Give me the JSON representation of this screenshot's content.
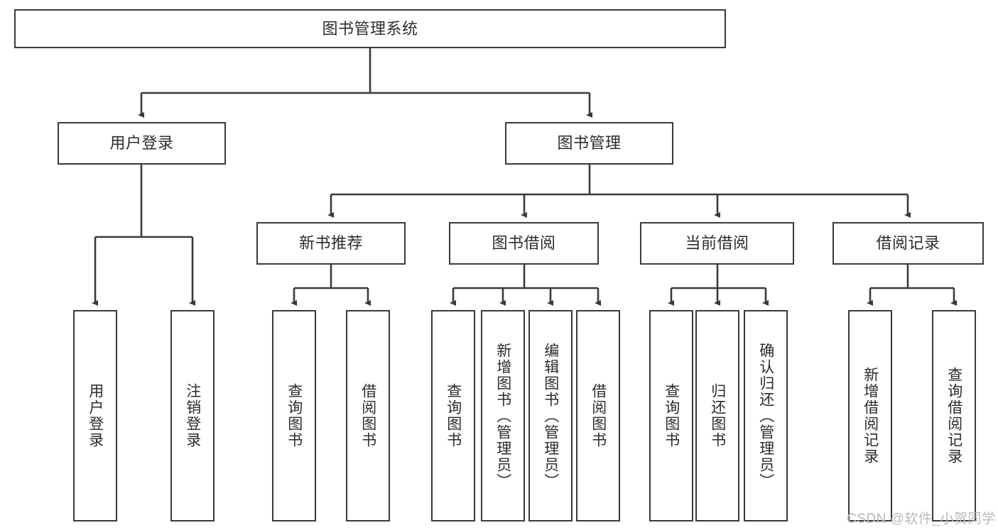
{
  "diagram": {
    "title": "图书管理系统",
    "type": "tree-hierarchy-chart",
    "root": {
      "id": "root",
      "label": "图书管理系统"
    },
    "level2": [
      {
        "id": "user-login",
        "label": "用户登录"
      },
      {
        "id": "book-manage",
        "label": "图书管理"
      }
    ],
    "level3": [
      {
        "id": "new-book-rec",
        "label": "新书推荐"
      },
      {
        "id": "book-borrow",
        "label": "图书借阅"
      },
      {
        "id": "current-borrow",
        "label": "当前借阅"
      },
      {
        "id": "borrow-record",
        "label": "借阅记录"
      }
    ],
    "leaves": [
      {
        "id": "leaf-user-login",
        "label": "用户登录",
        "parent": "user-login"
      },
      {
        "id": "leaf-logout",
        "label": "注销登录",
        "parent": "user-login"
      },
      {
        "id": "leaf-query-book-1",
        "label": "查询图书",
        "parent": "new-book-rec"
      },
      {
        "id": "leaf-borrow-book-1",
        "label": "借阅图书",
        "parent": "new-book-rec"
      },
      {
        "id": "leaf-query-book-2",
        "label": "查询图书",
        "parent": "book-borrow"
      },
      {
        "id": "leaf-add-book",
        "label": "新增图书（管理员）",
        "parent": "book-borrow"
      },
      {
        "id": "leaf-edit-book",
        "label": "编辑图书（管理员）",
        "parent": "book-borrow"
      },
      {
        "id": "leaf-borrow-book-2",
        "label": "借阅图书",
        "parent": "book-borrow"
      },
      {
        "id": "leaf-query-book-3",
        "label": "查询图书",
        "parent": "current-borrow"
      },
      {
        "id": "leaf-return-book",
        "label": "归还图书",
        "parent": "current-borrow"
      },
      {
        "id": "leaf-confirm-return",
        "label": "确认归还（管理员）",
        "parent": "current-borrow"
      },
      {
        "id": "leaf-add-record",
        "label": "新增借阅记录",
        "parent": "borrow-record"
      },
      {
        "id": "leaf-query-record",
        "label": "查询借阅记录",
        "parent": "borrow-record"
      }
    ],
    "watermark": "CSDN @软件_小贺同学",
    "colors": {
      "stroke": "#3a3a3a",
      "background": "#ffffff",
      "text": "#2c2c2c",
      "watermark": "#b9b9b9"
    }
  }
}
